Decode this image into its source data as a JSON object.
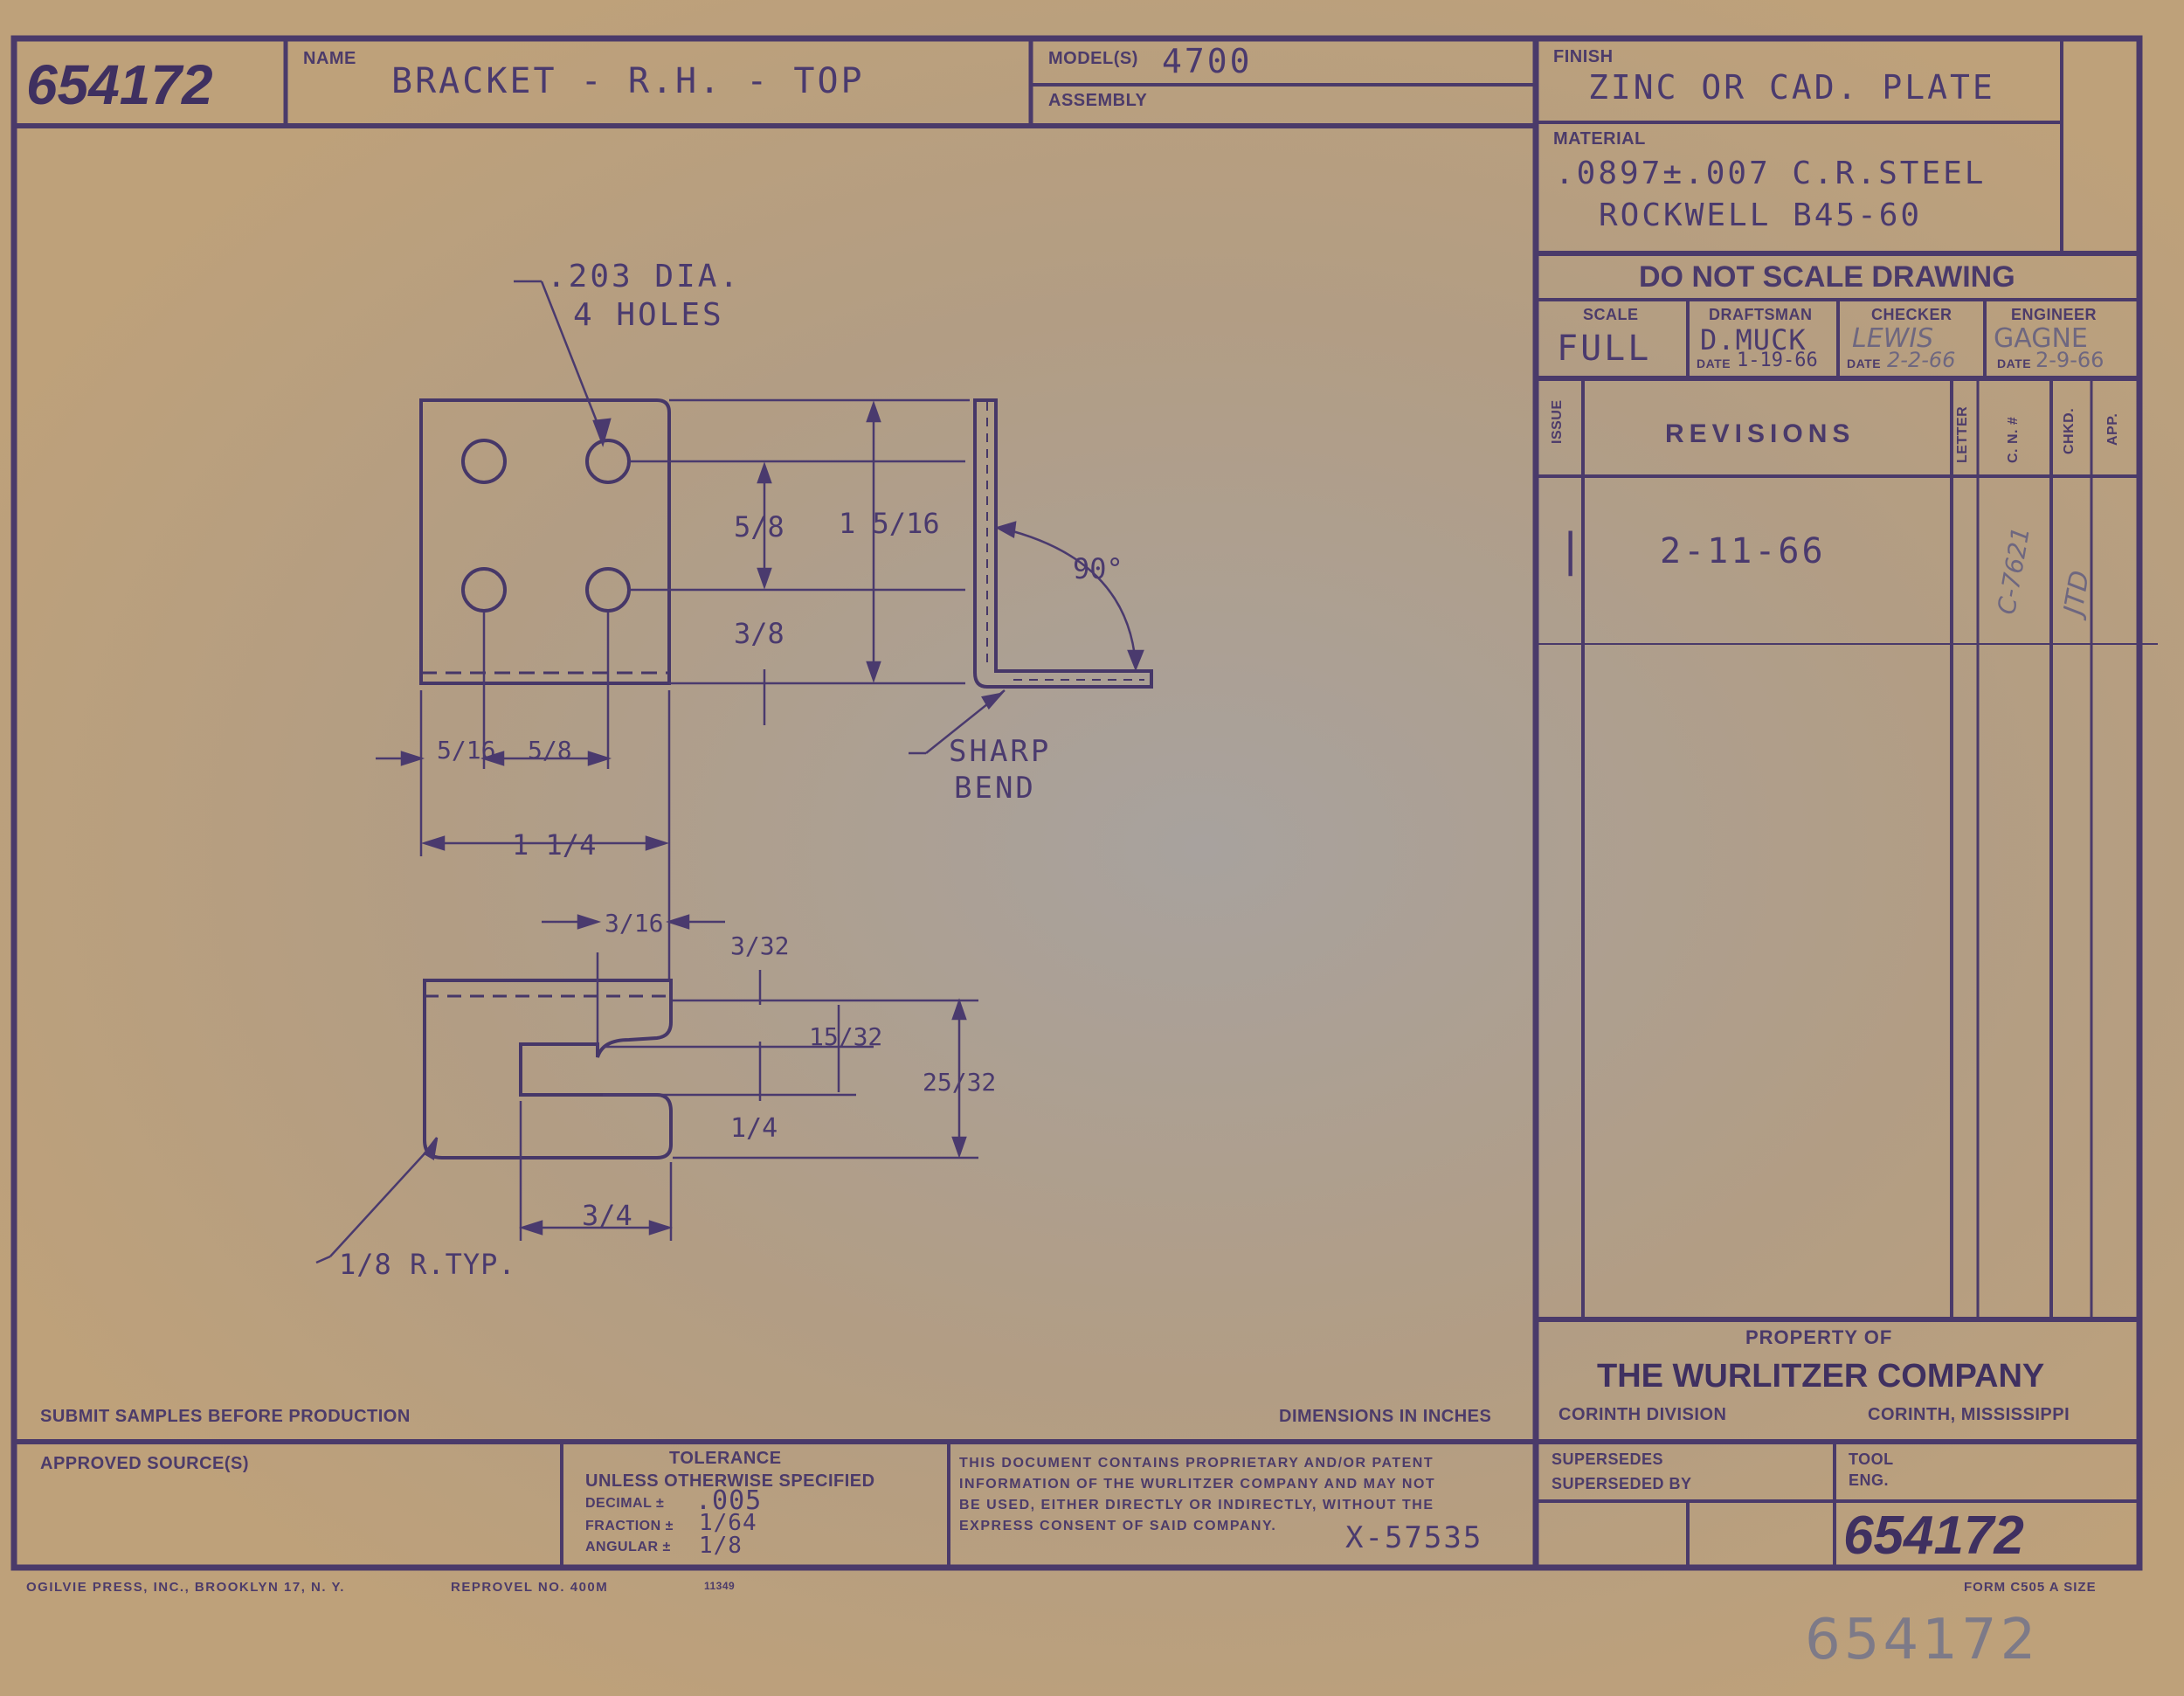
{
  "title_block": {
    "drawing_number": "654172",
    "name_label": "NAME",
    "name_value": "BRACKET - R.H. - TOP",
    "models_label": "MODEL(S)",
    "models_value": "4700",
    "assembly_label": "ASSEMBLY",
    "finish_label": "FINISH",
    "finish_value": "ZINC OR CAD. PLATE",
    "material_label": "MATERIAL",
    "material_line1": ".0897±.007 C.R.STEEL",
    "material_line2": "ROCKWELL B45-60",
    "do_not_scale": "DO NOT SCALE DRAWING",
    "scale_label": "SCALE",
    "scale_value": "FULL",
    "draftsman_label": "DRAFTSMAN",
    "draftsman_value": "D.MUCK",
    "draftsman_date_label": "DATE",
    "draftsman_date": "1-19-66",
    "checker_label": "CHECKER",
    "checker_value": "LEWIS",
    "checker_date_label": "DATE",
    "checker_date": "2-2-66",
    "engineer_label": "ENGINEER",
    "engineer_value": "GAGNE",
    "engineer_date_label": "DATE",
    "engineer_date": "2-9-66"
  },
  "revisions": {
    "issue_label": "ISSUE",
    "title": "REVISIONS",
    "letter_label": "LETTER",
    "cn_label": "C. N. #",
    "chkd_label": "CHKD.",
    "app_label": "APP.",
    "rows": [
      {
        "issue": "|",
        "description": "2-11-66",
        "cn": "C-7621",
        "chkd": "JTD"
      }
    ]
  },
  "property": {
    "label": "PROPERTY OF",
    "company": "THE WURLITZER COMPANY",
    "division": "CORINTH DIVISION",
    "location": "CORINTH, MISSISSIPPI"
  },
  "notes": {
    "submit_samples": "SUBMIT SAMPLES BEFORE PRODUCTION",
    "dimensions": "DIMENSIONS IN INCHES",
    "approved_sources": "APPROVED SOURCE(S)"
  },
  "tolerance": {
    "title": "TOLERANCE",
    "subtitle": "UNLESS OTHERWISE SPECIFIED",
    "decimal_label": "DECIMAL ±",
    "decimal_value": ".005",
    "fraction_label": "FRACTION ±",
    "fraction_value": "1/64",
    "angular_label": "ANGULAR ±",
    "angular_value": "1/8"
  },
  "proprietary": {
    "line1": "THIS DOCUMENT CONTAINS PROPRIETARY AND/OR PATENT",
    "line2": "INFORMATION OF THE WURLITZER COMPANY AND MAY NOT",
    "line3": "BE USED, EITHER DIRECTLY OR INDIRECTLY, WITHOUT THE",
    "line4": "EXPRESS CONSENT OF SAID COMPANY.",
    "ref_number": "X-57535"
  },
  "lower_block": {
    "supersedes_label": "SUPERSEDES",
    "superseded_by_label": "SUPERSEDED BY",
    "tool_label": "TOOL",
    "eng_label": "ENG.",
    "drawing_number": "654172"
  },
  "footer": {
    "printer": "OGILVIE PRESS, INC., BROOKLYN 17, N. Y.",
    "reprovel": "REPROVEL NO. 400M",
    "code": "11349",
    "form": "FORM C505 A SIZE",
    "handwritten_number": "654172"
  },
  "drawing": {
    "hole_note_line1": ".203 DIA.",
    "hole_note_line2": "4 HOLES",
    "dim_hole_spacing_v": "5/8",
    "dim_flange_height": "1 5/16",
    "dim_hole_to_bend": "3/8",
    "angle": "90°",
    "bend_note_line1": "SHARP",
    "bend_note_line2": "BEND",
    "dim_edge_to_hole": "5/16",
    "dim_hole_spacing_h": "5/8",
    "dim_width": "1 1/4",
    "dim_slot_offset": "3/16",
    "dim_top_margin": "3/32",
    "dim_slot_top": "15/32",
    "dim_bottom_height": "25/32",
    "dim_slot_width": "1/4",
    "dim_slot_length": "3/4",
    "radius_note": "1/8 R.TYP."
  }
}
